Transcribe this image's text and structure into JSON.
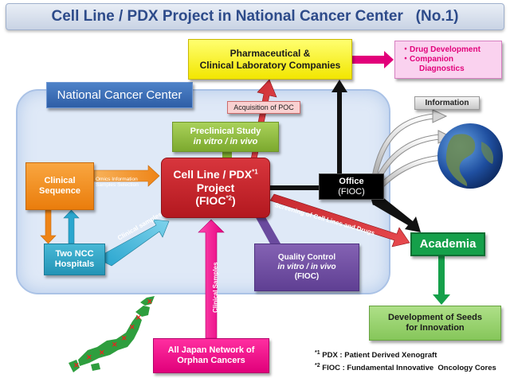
{
  "title": "Cell Line / PDX Project in National Cancer Center   (No.1)",
  "national_cancer_center": "National Cancer Center",
  "pharma": {
    "line1": "Pharmaceutical &",
    "line2": "Clinical Laboratory Companies"
  },
  "drug_dev": {
    "line1": "・Drug Development",
    "line2": "・Companion",
    "line3": "Diagnostics"
  },
  "information": "Information",
  "acquisition_poc": "Acquisition of POC",
  "preclinical": {
    "line1": "Preclinical Study",
    "line2": "in vitro / in vivo"
  },
  "clinical_sequence": {
    "line1": "Clinical",
    "line2": "Sequence"
  },
  "omics": {
    "line1": "Omics Information",
    "line2": "Samples Selection"
  },
  "main_project": {
    "line1": "Cell Line / PDX",
    "sup1": "*1",
    "line2": "Project",
    "line3": "(FIOC",
    "sup2": "*2",
    "line3_end": ")"
  },
  "office": {
    "line1": "Office",
    "line2": "(FIOC)"
  },
  "screening": "Screening of Cell Lines and Drugs",
  "two_ncc": {
    "line1": "Two NCC",
    "line2": "Hospitals"
  },
  "clinical_samples": "Clinical samples",
  "clinical_samples_vertical": "Clinical Samples",
  "quality_control": {
    "line1": "Quality Control",
    "line2": "in vitro / in vivo",
    "line3": "(FIOC)"
  },
  "academia": "Academia",
  "seeds": {
    "line1": "Development of Seeds",
    "line2": "for Innovation"
  },
  "all_japan": {
    "line1": "All Japan Network of",
    "line2": "Orphan Cancers"
  },
  "footnote1": {
    "sup": "*1",
    "text": " PDX : Patient Derived Xenograft"
  },
  "footnote2": {
    "sup": "*2",
    "text": " FIOC : Fundamental Innovative  Oncology Cores"
  },
  "colors": {
    "title_text": "#2d4b8a",
    "ncc_blue": "#2e5ea6",
    "pharma_yellow": "#f2e600",
    "drug_pink": "#e2007a",
    "preclinical_green": "#7ca92e",
    "clinical_orange": "#ea7d0c",
    "project_red": "#b3181f",
    "hospitals_cyan": "#2494b6",
    "qc_purple": "#5f3f93",
    "academia_green": "#15a04a",
    "seeds_green": "#86c65a",
    "network_magenta": "#e0007a"
  }
}
